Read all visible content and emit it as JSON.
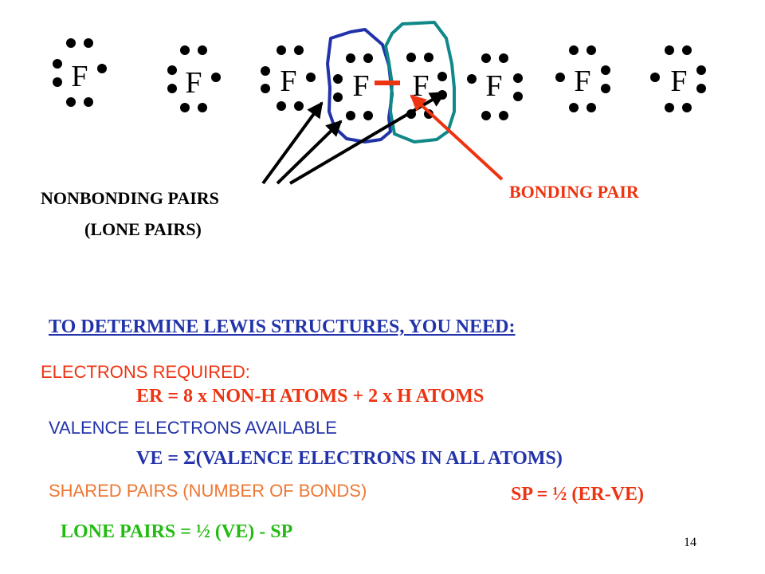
{
  "atoms": [
    "F",
    "F",
    "F",
    "F",
    "F",
    "F",
    "F",
    "F"
  ],
  "labels": {
    "nonbonding_line1": "NONBONDING PAIRS",
    "nonbonding_line2": "(LONE PAIRS)",
    "bonding": "BONDING PAIR"
  },
  "heading": "TO DETERMINE LEWIS STRUCTURES, YOU NEED:",
  "items": {
    "er_label": "ELECTRONS REQUIRED:",
    "er_formula": "ER = 8 x NON-H ATOMS + 2 x H ATOMS",
    "ve_label": "VALENCE ELECTRONS AVAILABLE",
    "ve_formula": "VE = Σ(VALENCE ELECTRONS IN ALL ATOMS)",
    "sp_label": "SHARED PAIRS (NUMBER OF BONDS)",
    "sp_formula": "SP = ½ (ER-VE)",
    "lp_formula": "LONE PAIRS =  ½ (VE) - SP"
  },
  "page_number": "14",
  "colors": {
    "blue": "#2233aa",
    "red": "#ee3311",
    "green": "#22bb11",
    "orange": "#ee7733",
    "teal": "#118888",
    "black": "#000000"
  }
}
